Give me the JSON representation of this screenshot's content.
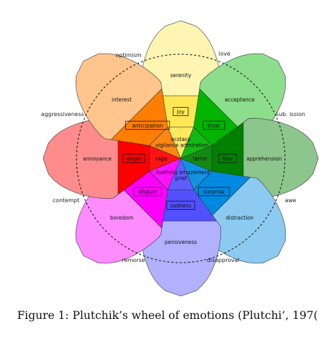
{
  "figure": {
    "outer_labels": {
      "optimism": "optimism",
      "love": "love",
      "submission": "sub. ission",
      "awe": "awe",
      "disapproval": "disapproval",
      "remorse": "remorse",
      "contempt": "contempt",
      "aggressiveness": "aggressiveness"
    },
    "petals": [
      {
        "id": "joy",
        "color": "#ffe854",
        "mild": "serenity",
        "basic": "joy",
        "intense": "ecstasy"
      },
      {
        "id": "trust",
        "color": "#00b400",
        "mild": "acceptance",
        "basic": "trust",
        "intense": "admiration"
      },
      {
        "id": "fear",
        "color": "#008000",
        "mild": "apprehension",
        "basic": "fear",
        "intense": "terror"
      },
      {
        "id": "surprise",
        "color": "#0089e0",
        "mild": "distraction",
        "basic": "surprise",
        "intense": "amazement"
      },
      {
        "id": "sadness",
        "color": "#5151ff",
        "mild": "pensiveness",
        "basic": "sadness",
        "intense": "grief"
      },
      {
        "id": "disgust",
        "color": "#ff00ff",
        "mild": "boredom",
        "basic": "disgust",
        "intense": "loathing"
      },
      {
        "id": "anger",
        "color": "#ff0000",
        "mild": "annoyance",
        "basic": "anger",
        "intense": "rage"
      },
      {
        "id": "anticipation",
        "color": "#ff7d00",
        "mild": "interest",
        "basic": "anticipation",
        "intense": "vigilance"
      }
    ]
  },
  "caption": "Figure 1: Plutchik’s wheel of emotions (Plutchi’, 197("
}
